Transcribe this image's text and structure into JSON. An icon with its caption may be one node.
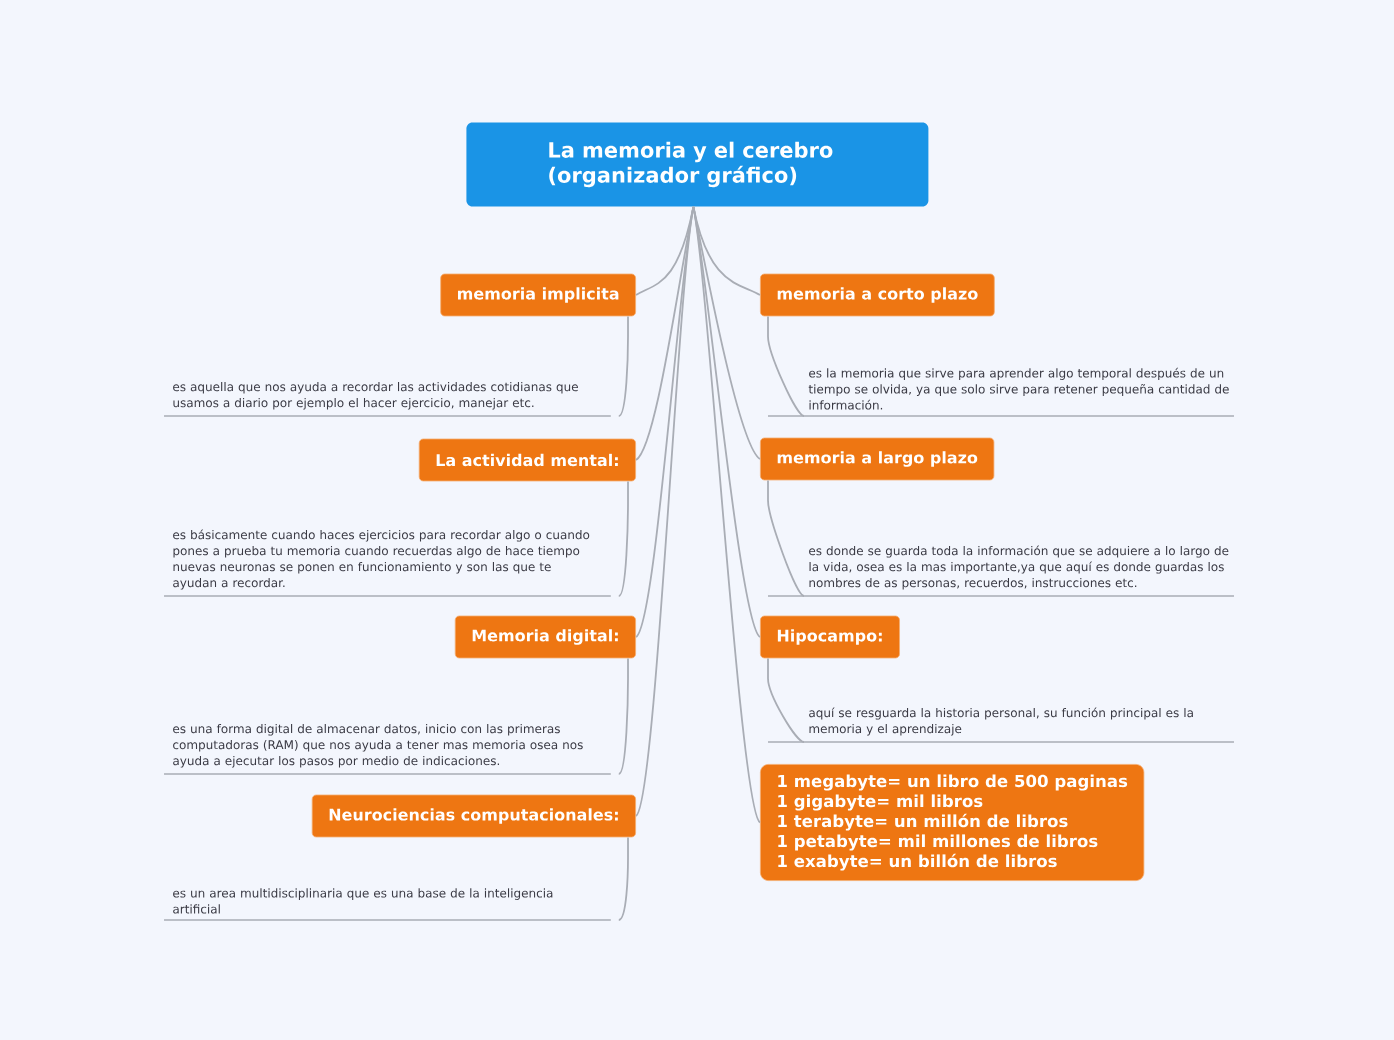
{
  "diagram": {
    "nodes": [
      {
        "text": [
          "La memoria y el cerebro (organizador gráfico)"
        ]
      },
      {
        "text": [
          "memoria implicita"
        ]
      },
      {
        "text": [
          "es aquella que nos ayuda a recordar las actividades cotidianas que usamos a diario por ejemplo el hacer ejercicio, manejar etc."
        ]
      },
      {
        "text": [
          "La actividad mental:"
        ]
      },
      {
        "text": [
          "es básicamente cuando haces ejercicios para recordar algo o cuando pones a prueba tu memoria  cuando recuerdas algo de hace tiempo nuevas neuronas se ponen en funcionamiento y son las que te ayudan a recordar."
        ]
      },
      {
        "text": [
          "Memoria digital:"
        ]
      },
      {
        "text": [
          "es una forma digital de almacenar datos, inicio con las primeras computadoras (RAM) que nos ayuda a tener mas memoria osea nos ayuda a ejecutar los pasos por medio de indicaciones."
        ]
      },
      {
        "text": [
          "Neurociencias computacionales:"
        ]
      },
      {
        "text": [
          "es un area multidisciplinaria que es una base de la inteligencia artificial"
        ]
      },
      {
        "text": [
          "memoria a corto plazo"
        ]
      },
      {
        "text": [
          "es la memoria que sirve para aprender algo temporal después de un tiempo se olvida, ya que solo sirve para retener pequeña cantidad de información."
        ]
      },
      {
        "text": [
          "memoria a largo plazo"
        ]
      },
      {
        "text": [
          "es donde se guarda toda la información que se adquiere a lo largo de la vida, osea es la mas importante,ya que aquí es donde guardas los nombres de as personas, recuerdos, instrucciones etc."
        ]
      },
      {
        "text": [
          "Hipocampo:"
        ]
      },
      {
        "text": [
          "aquí se resguarda la historia personal, su función principal es la memoria y el aprendizaje"
        ]
      },
      {
        "text": [
          "1 megabyte= un libro de 500 paginas",
          "1 gigabyte= mil libros",
          "1 terabyte= un millón de libros",
          "1 petabyte= mil millones de libros",
          "1 exabyte= un billón de libros"
        ]
      }
    ],
    "edges": [
      {
        "from": 0,
        "to": 1,
        "arrow": "none"
      },
      {
        "from": 0,
        "to": 3,
        "arrow": "none"
      },
      {
        "from": 0,
        "to": 5,
        "arrow": "none"
      },
      {
        "from": 0,
        "to": 7,
        "arrow": "none"
      },
      {
        "from": 0,
        "to": 9,
        "arrow": "none"
      },
      {
        "from": 0,
        "to": 11,
        "arrow": "none"
      },
      {
        "from": 0,
        "to": 13,
        "arrow": "none"
      },
      {
        "from": 0,
        "to": 15,
        "arrow": "none"
      },
      {
        "from": 1,
        "to": 2,
        "arrow": "none"
      },
      {
        "from": 3,
        "to": 4,
        "arrow": "none"
      },
      {
        "from": 5,
        "to": 6,
        "arrow": "none"
      },
      {
        "from": 7,
        "to": 8,
        "arrow": "none"
      },
      {
        "from": 9,
        "to": 10,
        "arrow": "none"
      },
      {
        "from": 11,
        "to": 12,
        "arrow": "none"
      },
      {
        "from": 13,
        "to": 14,
        "arrow": "none"
      }
    ]
  }
}
